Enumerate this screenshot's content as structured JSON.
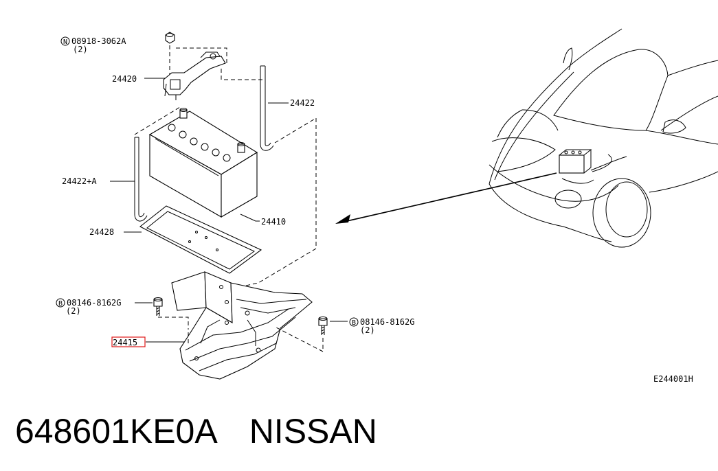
{
  "diagram": {
    "fasteners": {
      "top_nut": {
        "symbol": "N",
        "code": "08918-3062A",
        "qty": "(2)"
      },
      "left_bolt": {
        "symbol": "B",
        "code": "08146-8162G",
        "qty": "(2)"
      },
      "right_bolt": {
        "symbol": "B",
        "code": "08146-8162G",
        "qty": "(2)"
      }
    },
    "part_labels": {
      "clamp": "24420",
      "rod_right": "24422",
      "rod_left": "24422+A",
      "tray": "24428",
      "battery": "24410",
      "bracket_highlighted": "24415"
    },
    "highlight_color": "#e01818",
    "figure_code": "E244001H"
  },
  "footer": {
    "part_number": "648601KE0A",
    "brand": "NISSAN"
  }
}
